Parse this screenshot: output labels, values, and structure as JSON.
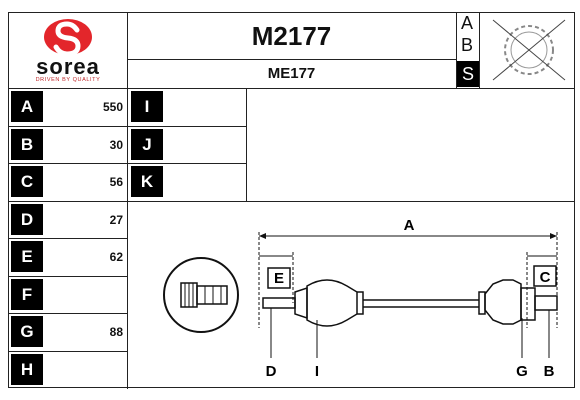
{
  "brand": {
    "name": "sorea",
    "tagline": "DRIVEN BY QUALITY",
    "logo_color": "#e3262b"
  },
  "header": {
    "code_main": "M2177",
    "code_sub": "ME177",
    "abs_letters": [
      "A",
      "B",
      "S"
    ],
    "abs_icon": "abs-ring-crossed-icon"
  },
  "dimensions": [
    {
      "label": "A",
      "value": "550"
    },
    {
      "label": "B",
      "value": "30"
    },
    {
      "label": "C",
      "value": "56"
    },
    {
      "label": "D",
      "value": "27"
    },
    {
      "label": "E",
      "value": "62"
    },
    {
      "label": "F",
      "value": ""
    },
    {
      "label": "G",
      "value": "88"
    },
    {
      "label": "H",
      "value": ""
    }
  ],
  "extra_dimensions": [
    {
      "label": "I",
      "value": ""
    },
    {
      "label": "J",
      "value": ""
    },
    {
      "label": "K",
      "value": ""
    }
  ],
  "diagram": {
    "labels": {
      "A": "A",
      "E": "E",
      "C": "C",
      "D": "D",
      "I": "I",
      "G": "G",
      "B": "B"
    }
  }
}
